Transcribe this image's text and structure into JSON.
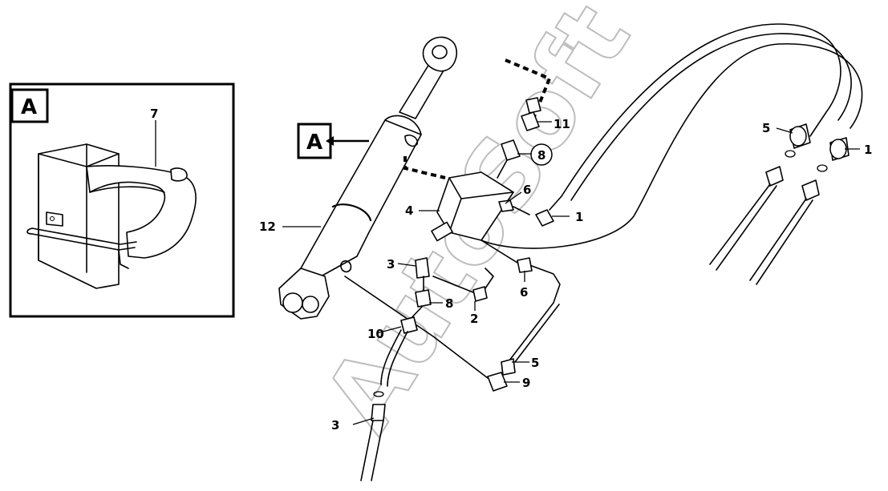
{
  "watermark": "AutoSoft",
  "detail_view": {
    "letter": "A"
  },
  "view_marker": {
    "letter": "A"
  },
  "callouts": [
    {
      "id": "c7",
      "text": "7"
    },
    {
      "id": "c12",
      "text": "12"
    },
    {
      "id": "c4",
      "text": "4"
    },
    {
      "id": "c3a",
      "text": "3"
    },
    {
      "id": "c8a",
      "text": "8"
    },
    {
      "id": "c2",
      "text": "2"
    },
    {
      "id": "c10",
      "text": "10"
    },
    {
      "id": "c11",
      "text": "11"
    },
    {
      "id": "c8b",
      "text": "8"
    },
    {
      "id": "c6a",
      "text": "6"
    },
    {
      "id": "c1a",
      "text": "1"
    },
    {
      "id": "c6b",
      "text": "6"
    },
    {
      "id": "c5a",
      "text": "5"
    },
    {
      "id": "c9",
      "text": "9"
    },
    {
      "id": "c3b",
      "text": "3"
    },
    {
      "id": "c5b",
      "text": "5"
    },
    {
      "id": "c1b",
      "text": "1"
    }
  ]
}
